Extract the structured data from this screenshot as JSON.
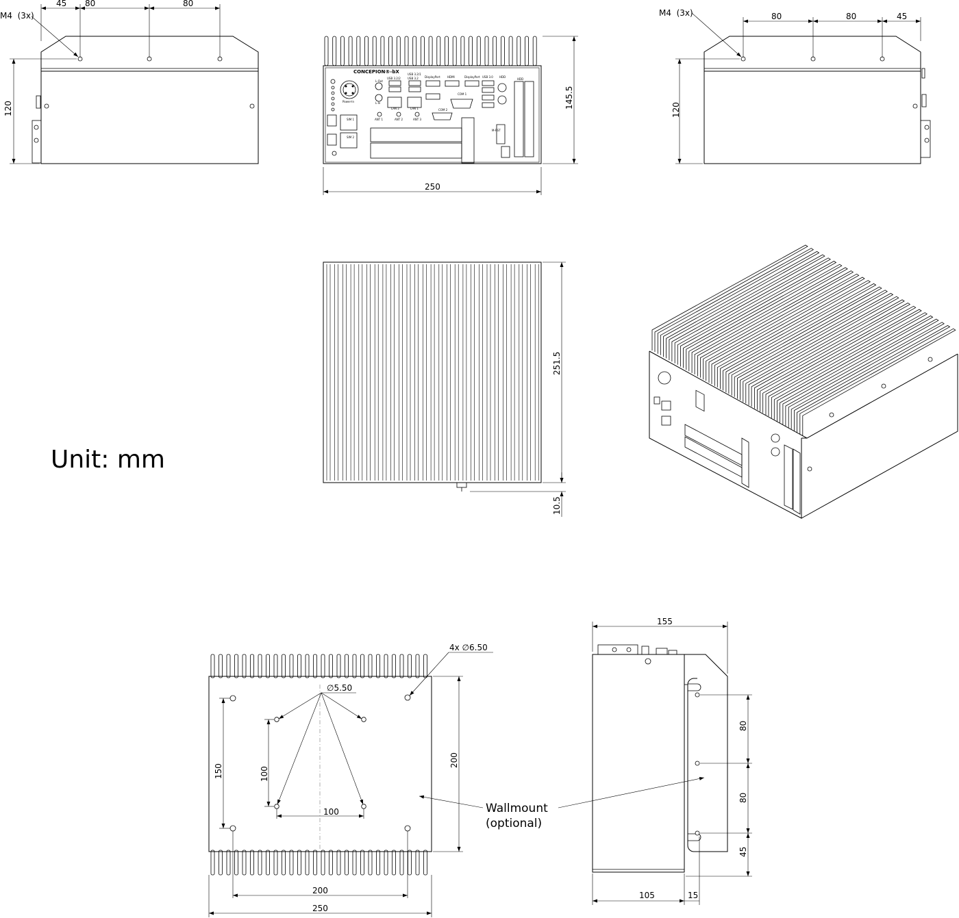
{
  "unit_label": "Unit: mm",
  "views": {
    "left_side": {
      "callout": "M4  (3x)",
      "dims": {
        "top_a": "45",
        "top_b": "80",
        "top_c": "80",
        "height": "120"
      }
    },
    "front": {
      "brand": "CONCEPION®-bX",
      "dims": {
        "width": "250",
        "height": "145.5"
      },
      "port_labels": [
        "Power-In",
        "L-Out",
        "L-In",
        "USB 3.2/2",
        "USB 3.2/1",
        "USB 3.2",
        "DisplayPort",
        "HDMI",
        "DisplayPort",
        "USB 3.0",
        "HDD",
        "HDD",
        "COM 1",
        "COM 2",
        "LAN 2",
        "LAN 1",
        "ANT 1",
        "ANT 2",
        "ANT 3",
        "SIM 1",
        "SIM 2",
        "M-RST"
      ]
    },
    "right_side": {
      "callout": "M4  (3x)",
      "dims": {
        "top_a": "80",
        "top_b": "80",
        "top_c": "45",
        "height": "120"
      }
    },
    "top": {
      "dims": {
        "depth": "251.5",
        "extra": "10.5"
      }
    },
    "bottom": {
      "dims": {
        "hole_dia_outer": "4x ∅6.50",
        "hole_dia_inner": "∅5.50",
        "h150": "150",
        "h100": "100",
        "w100": "100",
        "h200": "200",
        "w200": "200",
        "w250": "250"
      }
    },
    "wallmount_side": {
      "dims": {
        "width": "155",
        "v1": "80",
        "v2": "80",
        "v3": "45",
        "b1": "105",
        "b2": "15"
      },
      "label_line1": "Wallmount",
      "label_line2": "(optional)"
    }
  }
}
